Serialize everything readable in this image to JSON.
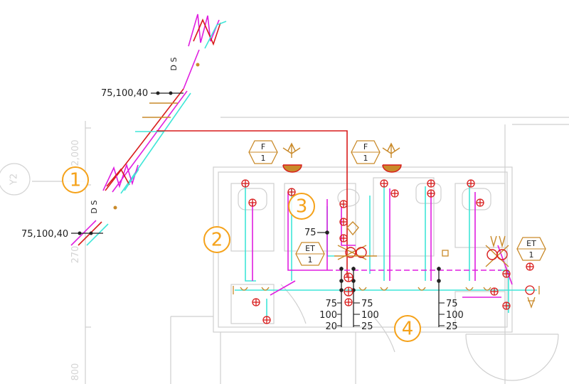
{
  "colors": {
    "cold_water": "#3fe6d8",
    "drain": "#e01ee0",
    "hot_water": "#d81b1b",
    "fixture": "#c98a2a",
    "wall": "#cfcfcf",
    "callout": "#f5a21a",
    "grid_bubble": "#d4d4d4",
    "text": "#222222"
  },
  "grid": {
    "bubble_label": "Y2"
  },
  "dimensions": {
    "upper": "2,000",
    "middle": "270",
    "lower": "800"
  },
  "riser_labels": {
    "upper_size": "75,100,40",
    "lower_size": "75,100,40",
    "upper_ds": "D S",
    "lower_ds": "D S"
  },
  "callouts": [
    "1",
    "2",
    "3",
    "4"
  ],
  "fixture_tags": {
    "f_left": {
      "top": "F",
      "bottom": "1"
    },
    "f_right": {
      "top": "F",
      "bottom": "1"
    },
    "et_center": {
      "top": "ET",
      "bottom": "1"
    },
    "et_right": {
      "top": "ET",
      "bottom": "1"
    }
  },
  "pipe_size_labels": {
    "branch": "75",
    "left_stack": [
      "75",
      "100",
      "20"
    ],
    "center_stack": [
      "75",
      "100",
      "25"
    ],
    "right_stack": [
      "75",
      "100",
      "25"
    ]
  }
}
